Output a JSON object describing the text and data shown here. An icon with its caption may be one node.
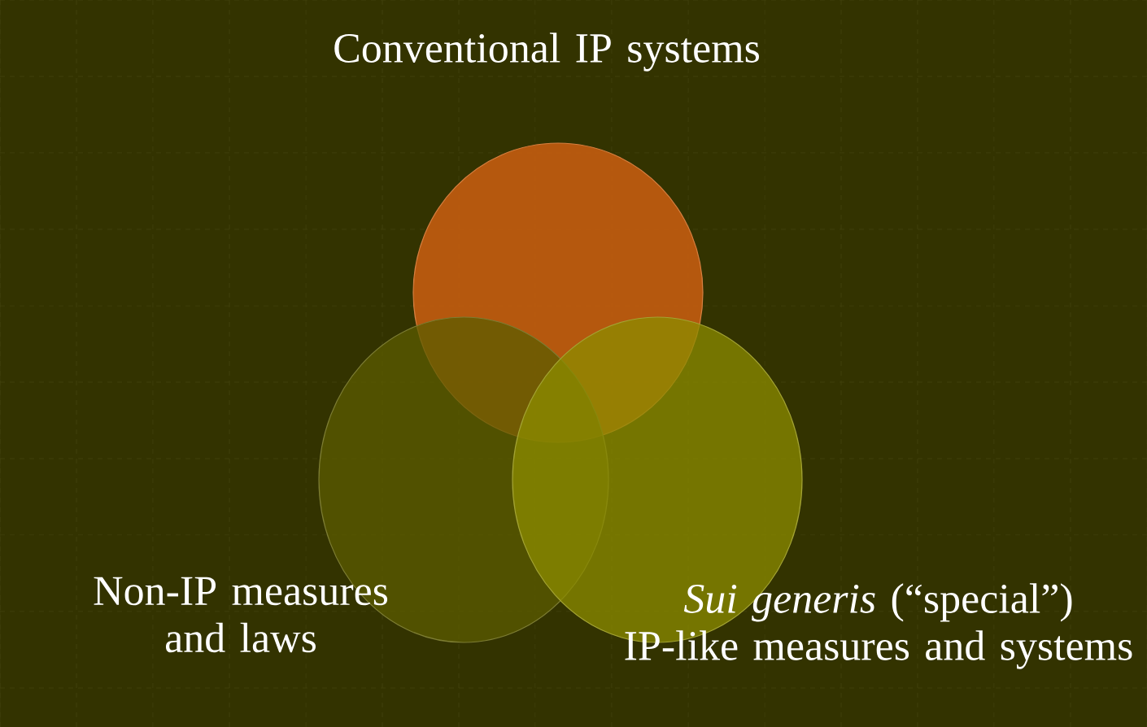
{
  "diagram": {
    "nodes": [
      {
        "text": [
          "Conventional IP systems"
        ]
      },
      {
        "text": [
          "Non-IP measures and laws"
        ]
      },
      {
        "text": [
          "*Sui generis* (“special”) IP-like measures and systems"
        ]
      }
    ]
  }
}
